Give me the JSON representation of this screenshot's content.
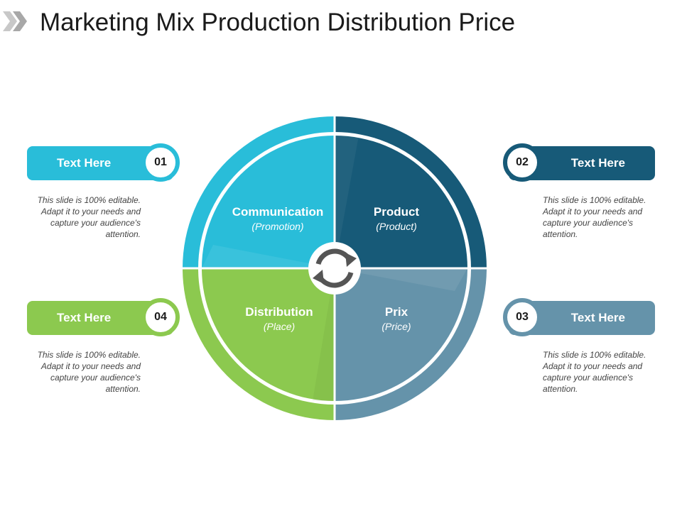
{
  "title": "Marketing Mix Production Distribution Price",
  "icons": {
    "header": "double-chevron-right-icon",
    "center": "refresh-cycle-icon"
  },
  "colors": {
    "communication": "#29BDD9",
    "product": "#175A78",
    "prix": "#6593AA",
    "distribution": "#8CC94F"
  },
  "quadrants": {
    "communication": {
      "label": "Communication",
      "sub": "(Promotion)"
    },
    "product": {
      "label": "Product",
      "sub": "(Product)"
    },
    "distribution": {
      "label": "Distribution",
      "sub": "(Place)"
    },
    "prix": {
      "label": "Prix",
      "sub": "(Price)"
    }
  },
  "callouts": {
    "c01": {
      "number": "01",
      "label": "Text Here",
      "desc": "This slide is 100% editable. Adapt it to your needs and capture your audience's attention."
    },
    "c02": {
      "number": "02",
      "label": "Text Here",
      "desc": "This slide is 100% editable. Adapt it to your needs and capture your audience's attention."
    },
    "c03": {
      "number": "03",
      "label": "Text Here",
      "desc": "This slide is 100% editable. Adapt it to your needs and capture your audience's attention."
    },
    "c04": {
      "number": "04",
      "label": "Text Here",
      "desc": "This slide is 100% editable. Adapt it to your needs and capture your audience's attention."
    }
  }
}
